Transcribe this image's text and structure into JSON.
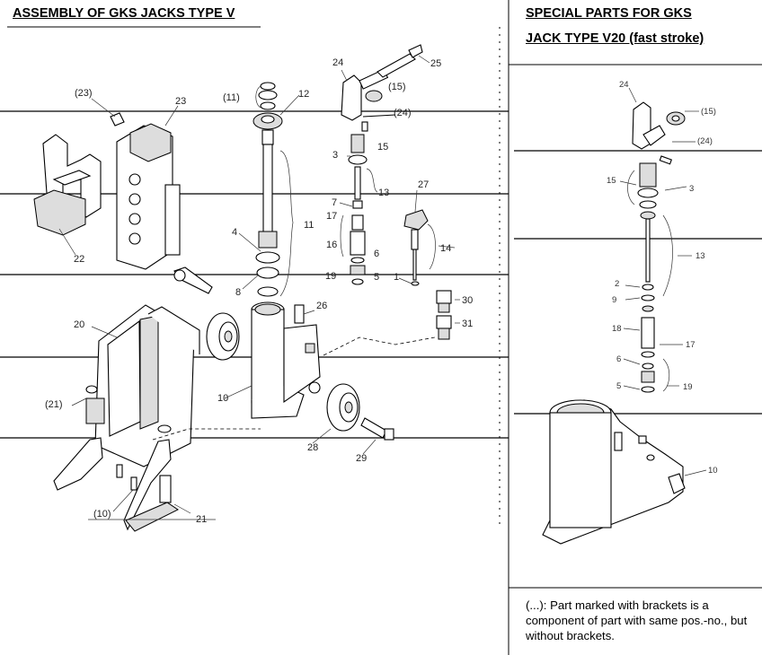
{
  "left_title": "ASSEMBLY OF GKS JACKS TYPE V",
  "right_title_line1": "SPECIAL PARTS FOR GKS",
  "right_title_line2": "JACK TYPE V20 (fast stroke)",
  "note": "(...): Part marked with brackets is a component of part with same pos.-no., but without brackets.",
  "labels_left": {
    "p23b": "(23)",
    "p23": "23",
    "p11b": "(11)",
    "p12": "12",
    "p24": "24",
    "p25": "25",
    "p15b": "(15)",
    "p24b": "(24)",
    "p3": "3",
    "p15": "15",
    "p13": "13",
    "p27": "27",
    "p7": "7",
    "p17": "17",
    "p11": "11",
    "p4": "4",
    "p16": "16",
    "p6": "6",
    "p14": "14",
    "p22": "22",
    "p8": "8",
    "p19": "19",
    "p5": "5",
    "p1": "1",
    "p30": "30",
    "p26": "26",
    "p31": "31",
    "p20": "20",
    "p10": "10",
    "p21b": "(21)",
    "p28": "28",
    "p29": "29",
    "p10b": "(10)",
    "p21": "21"
  },
  "labels_right": {
    "r24": "24",
    "r15b": "(15)",
    "r24b": "(24)",
    "r15": "15",
    "r3": "3",
    "r13": "13",
    "r2": "2",
    "r9": "9",
    "r18": "18",
    "r17": "17",
    "r6": "6",
    "r5": "5",
    "r19": "19",
    "r10": "10"
  }
}
